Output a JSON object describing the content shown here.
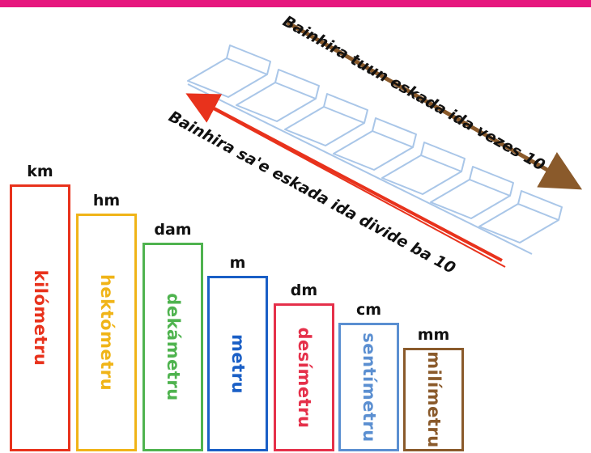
{
  "colors": {
    "top_bar": "#e6177e",
    "stairs": "#a9c6e8",
    "down_arrow": "#8a5a2b",
    "up_arrow": "#e8321c"
  },
  "captions": {
    "down": "Bainhira tuun eskada ida vezes 10",
    "up": "Bainhira sa'e eskada ida divide ba 10"
  },
  "units": [
    {
      "abbr": "km",
      "name": "kilómetru",
      "color": "#e8321c"
    },
    {
      "abbr": "hm",
      "name": "hektómetru",
      "color": "#f0b418"
    },
    {
      "abbr": "dam",
      "name": "dekámetru",
      "color": "#4fb34f"
    },
    {
      "abbr": "m",
      "name": "metru",
      "color": "#1a5fc6"
    },
    {
      "abbr": "dm",
      "name": "desímetru",
      "color": "#e5304a"
    },
    {
      "abbr": "cm",
      "name": "sentímetru",
      "color": "#5b8fd1"
    },
    {
      "abbr": "mm",
      "name": "milímetru",
      "color": "#8a5a2b"
    }
  ]
}
